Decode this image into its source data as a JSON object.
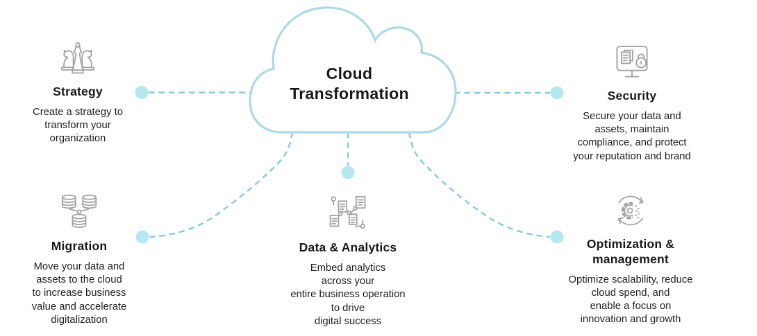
{
  "cloud": {
    "label": "Cloud\nTransformation"
  },
  "colors": {
    "cloud_stroke": "#abd9e4",
    "connector": "#87c9db",
    "dot": "#b5e7f3",
    "icon_stroke": "#a2a2a2",
    "heading_text": "#191919",
    "body_text": "#1e1e1e"
  },
  "nodes": [
    {
      "id": "strategy",
      "title": "Strategy",
      "description": "Create a strategy to\ntransform your\norganization",
      "icon": "chess-pieces-icon"
    },
    {
      "id": "security",
      "title": "Security",
      "description": "Secure your data and\nassets, maintain\ncompliance, and protect\nyour reputation and brand",
      "icon": "monitor-lock-icon"
    },
    {
      "id": "migration",
      "title": "Migration",
      "description": "Move your data and\nassets to the cloud\nto increase business\nvalue and accelerate\ndigitalization",
      "icon": "database-migration-icon"
    },
    {
      "id": "data-analytics",
      "title": "Data & Analytics",
      "description": "Embed analytics\nacross your\nentire business operation\nto drive\ndigital success",
      "icon": "document-network-icon"
    },
    {
      "id": "optimization-management",
      "title": "Optimization &\nmanagement",
      "description": "Optimize scalability, reduce\ncloud spend, and\nenable a focus on\ninnovation and growth",
      "icon": "gear-refresh-icon"
    }
  ]
}
